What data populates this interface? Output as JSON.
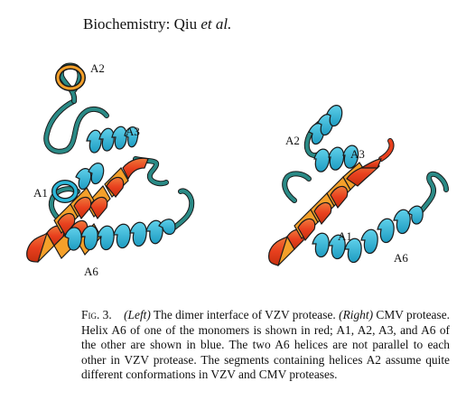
{
  "header": {
    "journal": "Biochemistry:",
    "author": "Qiu",
    "etal": "et al."
  },
  "left_panel": {
    "labels": {
      "a2": "A2",
      "a3": "A3",
      "a1": "A1",
      "a6": "A6"
    }
  },
  "right_panel": {
    "labels": {
      "a2": "A2",
      "a3": "A3",
      "a1": "A1",
      "a6": "A6"
    }
  },
  "colors": {
    "helix_red": "#e8401e",
    "helix_orange": "#f4a02a",
    "helix_blue": "#2bb6d8",
    "coil": "#2a8a86",
    "outline": "#1a1a1a"
  },
  "caption": {
    "fig_label": "Fig. 3.",
    "left_tag": "(Left)",
    "text1": "The dimer interface of VZV protease.",
    "right_tag": "(Right)",
    "text2": "CMV protease. Helix A6 of one of the monomers is shown in red; A1, A2, A3, and A6 of the other are shown in blue. The two A6 helices are not parallel to each other in VZV protease. The segments containing helices A2 assume quite different conformations in VZV and CMV proteases."
  }
}
